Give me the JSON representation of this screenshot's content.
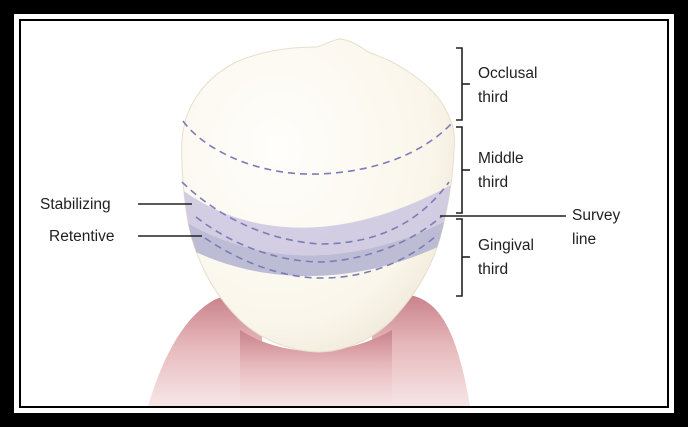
{
  "labels": {
    "occlusal": [
      "Occlusal",
      "third"
    ],
    "middle": [
      "Middle",
      "third"
    ],
    "gingival": [
      "Gingival",
      "third"
    ],
    "survey": [
      "Survey",
      "line"
    ],
    "stabilizing": "Stabilizing",
    "retentive": "Retentive"
  },
  "colors": {
    "frame": "#000000",
    "background": "#ffffff",
    "tooth": "#fbf8ef",
    "band_stabilizing": "#cbc6e0",
    "band_retentive": "#b2b2d0",
    "dash": "#7c7cb6",
    "gum": "#dca3a8",
    "leader": "#222222"
  }
}
